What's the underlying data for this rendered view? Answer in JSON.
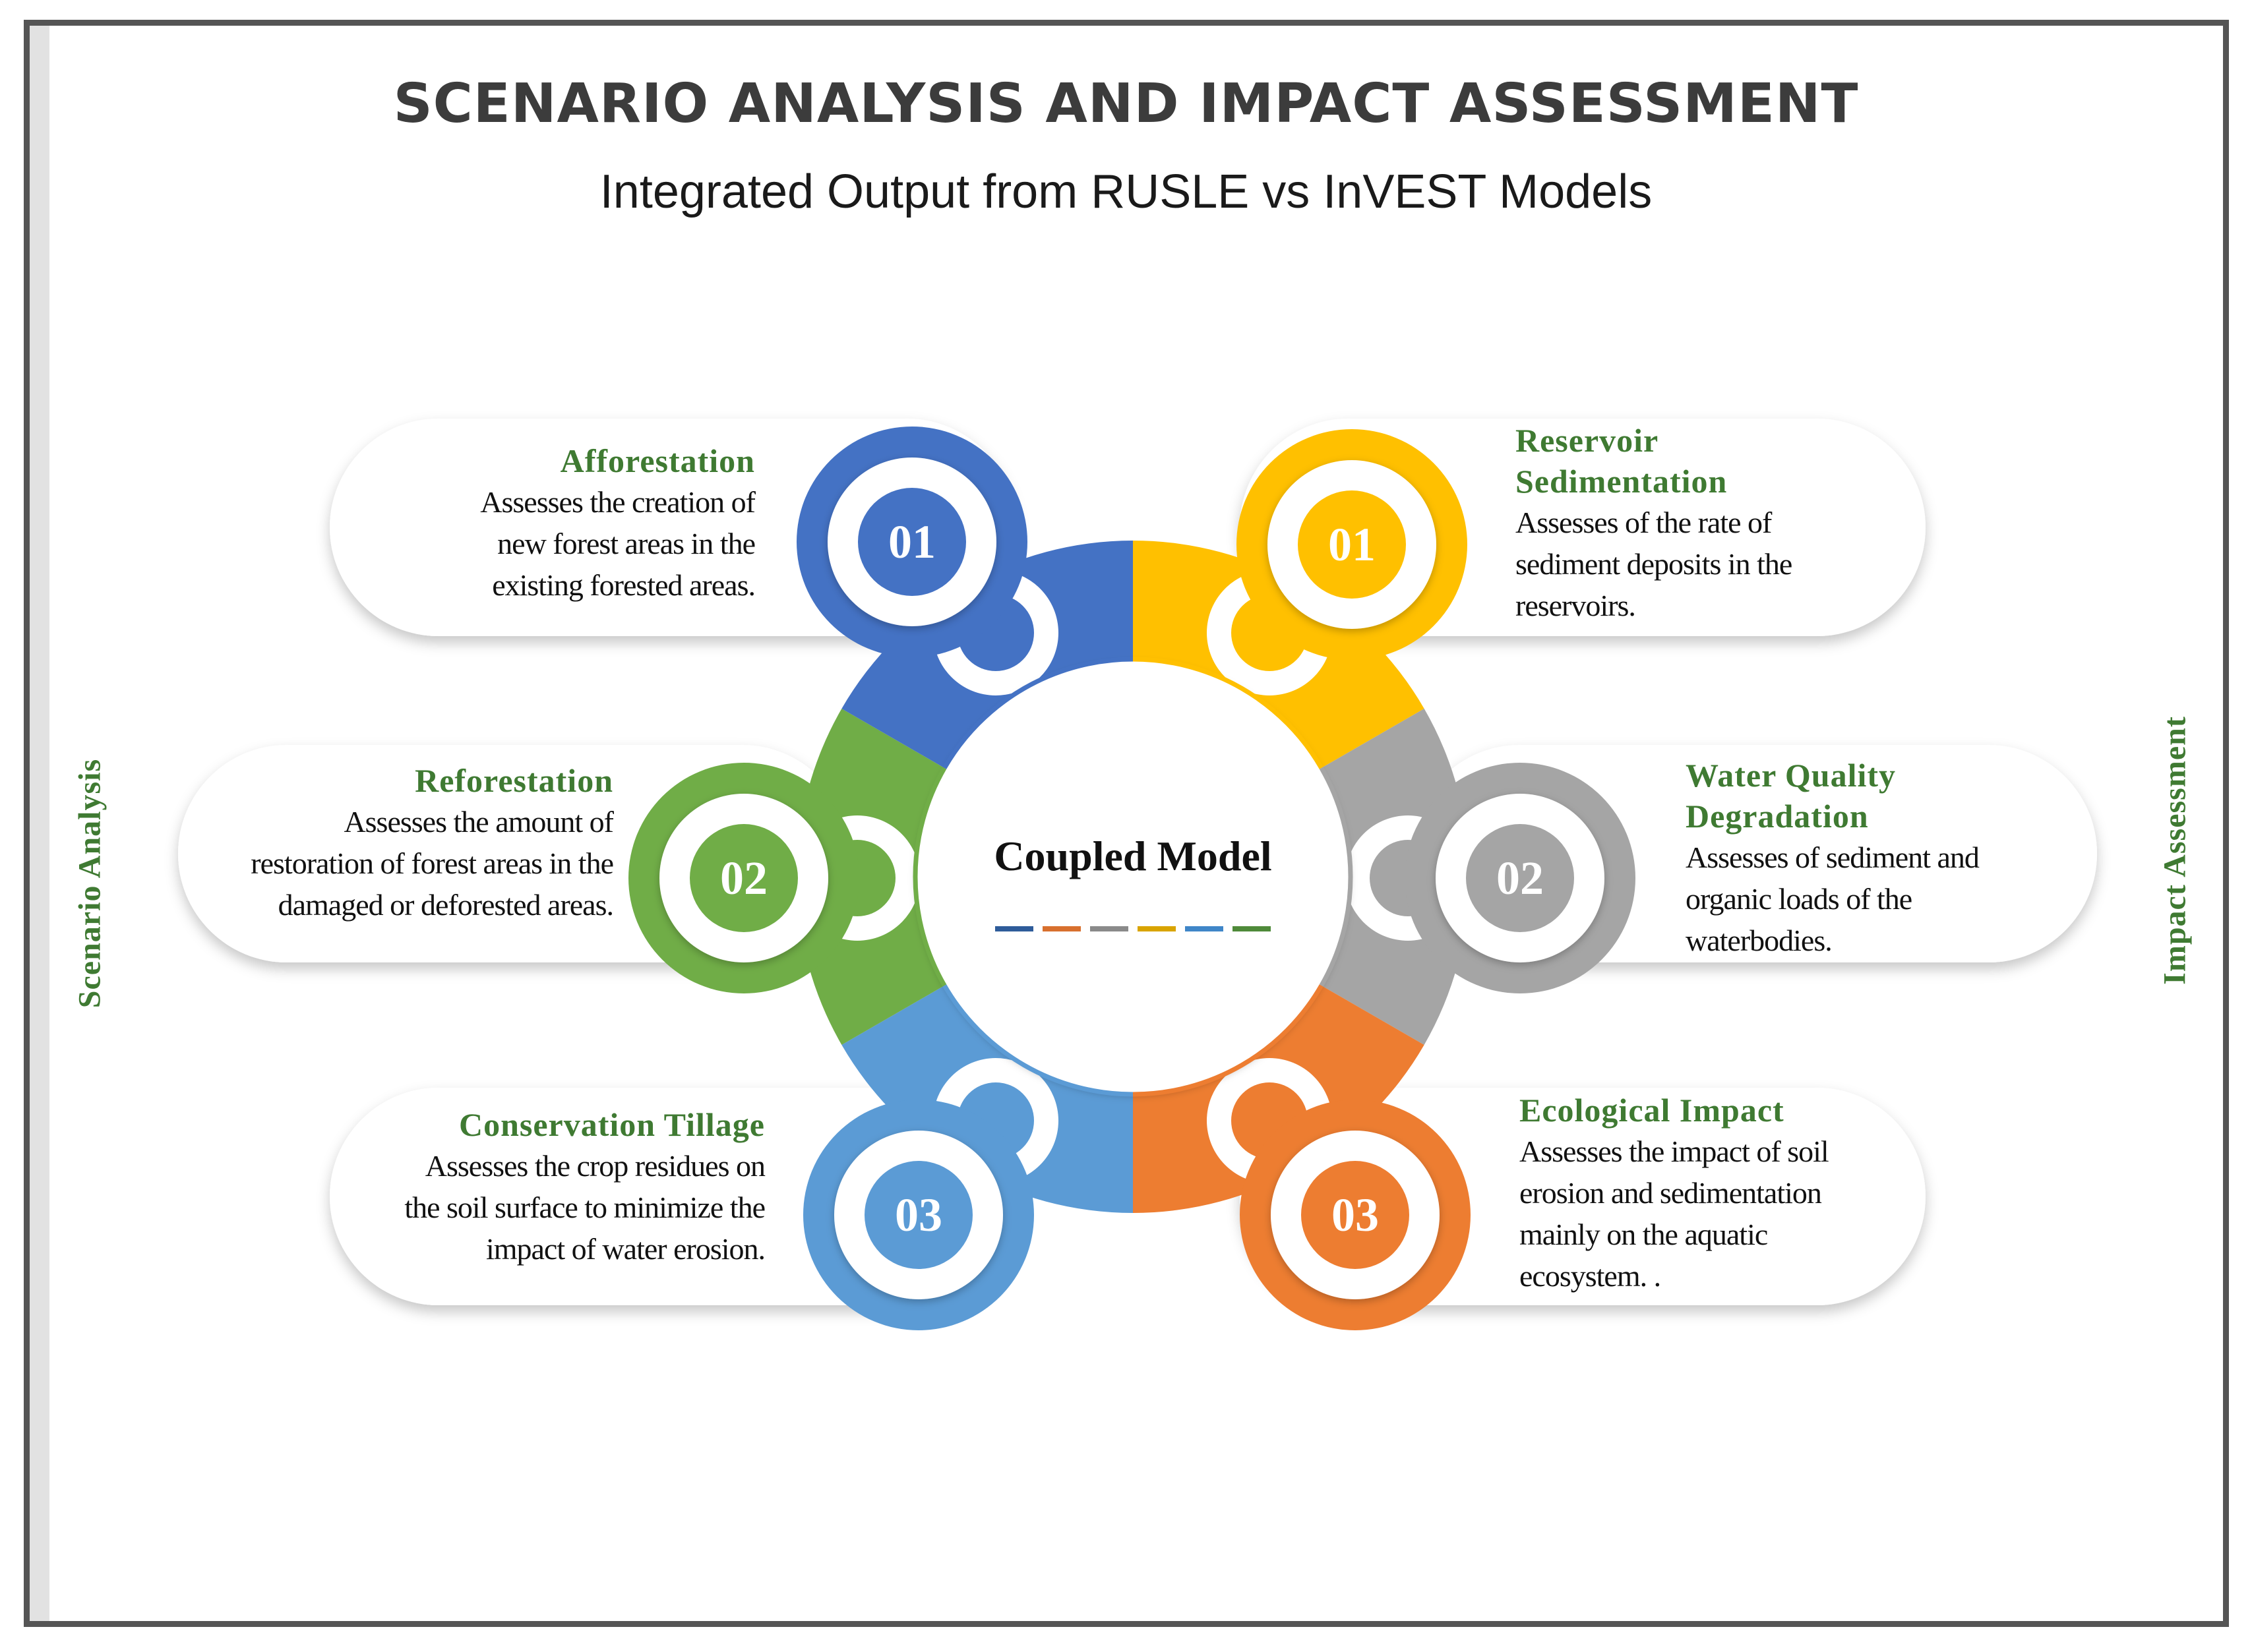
{
  "title": "SCENARIO ANALYSIS AND IMPACT ASSESSMENT",
  "subtitle": "Integrated Output from RUSLE vs InVEST Models",
  "side_left": "Scenario Analysis",
  "side_right": "Impact Assessment",
  "center": {
    "title": "Coupled Model",
    "dash_colors": [
      "#2e5c9a",
      "#d8702e",
      "#8a8a8a",
      "#d9a400",
      "#3f86c8",
      "#4f8a3a"
    ]
  },
  "colors": {
    "blue": "#4472c4",
    "green": "#70ad47",
    "light_blue": "#5b9bd5",
    "yellow": "#ffc000",
    "gray": "#a5a5a5",
    "orange": "#ed7d31",
    "heading_green": "#3f7a32"
  },
  "left_items": [
    {
      "number": "01",
      "color": "#4472c4",
      "heading": "Afforestation",
      "lines": [
        "Assesses the creation of",
        "new forest areas in the",
        "existing forested areas."
      ]
    },
    {
      "number": "02",
      "color": "#70ad47",
      "heading": "Reforestation",
      "lines": [
        "Assesses the amount of",
        "restoration of forest areas in the",
        "damaged or deforested areas."
      ]
    },
    {
      "number": "03",
      "color": "#5b9bd5",
      "heading": "Conservation Tillage",
      "lines": [
        "Assesses the crop residues on",
        "the soil surface to minimize the",
        "impact of water erosion."
      ]
    }
  ],
  "right_items": [
    {
      "number": "01",
      "color": "#ffc000",
      "heading_lines": [
        "Reservoir",
        "Sedimentation"
      ],
      "lines": [
        "Assesses of the rate of",
        "sediment deposits in the",
        "reservoirs."
      ]
    },
    {
      "number": "02",
      "color": "#a5a5a5",
      "heading_lines": [
        "Water Quality",
        "Degradation"
      ],
      "lines": [
        "Assesses of sediment and",
        "organic loads of the",
        "waterbodies."
      ]
    },
    {
      "number": "03",
      "color": "#ed7d31",
      "heading_lines": [
        "Ecological Impact"
      ],
      "lines": [
        "Assesses the impact of soil",
        "erosion and sedimentation",
        "mainly on the aquatic",
        "ecosystem. ."
      ]
    }
  ]
}
